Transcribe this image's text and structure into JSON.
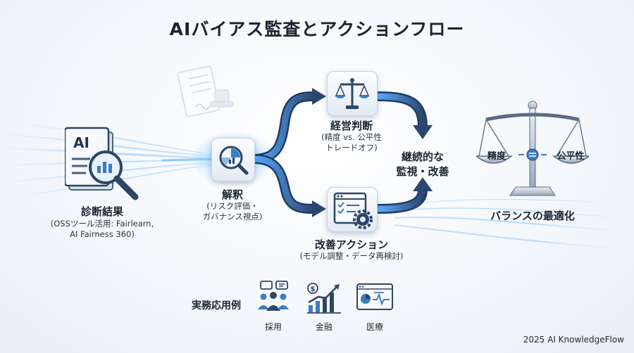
{
  "title": "AIバイアス監査とアクションフロー",
  "nodes": {
    "diagnosis": {
      "label": "診断結果",
      "sub1": "(OSSツール活用: Fairlearn,",
      "sub2": "AI Fairness 360)",
      "doc_text": "AI"
    },
    "interpret": {
      "label": "解釈",
      "sub1": "(リスク評価・",
      "sub2": "ガバナンス視点)"
    },
    "management": {
      "label": "経営判断",
      "sub1": "(精度 vs. 公平性",
      "sub2": "トレードオフ)"
    },
    "improve": {
      "label": "改善アクション",
      "sub1": "(モデル調整・データ再検討)"
    },
    "monitor": {
      "line1": "継続的な",
      "line2": "監視・改善"
    },
    "balance": {
      "label": "バランスの最適化",
      "left_pan": "精度",
      "right_pan": "公平性"
    }
  },
  "use_cases": {
    "heading": "実務応用例",
    "items": [
      {
        "label": "採用",
        "icon": "people-meeting-icon"
      },
      {
        "label": "金融",
        "icon": "growth-chart-icon"
      },
      {
        "label": "医療",
        "icon": "medical-monitor-icon"
      }
    ]
  },
  "footer": "2025 AI KnowledgeFlow",
  "colors": {
    "accent": "#2f6fb0",
    "arrow_dark": "#2b4770",
    "glow": "#6fb4ff"
  }
}
